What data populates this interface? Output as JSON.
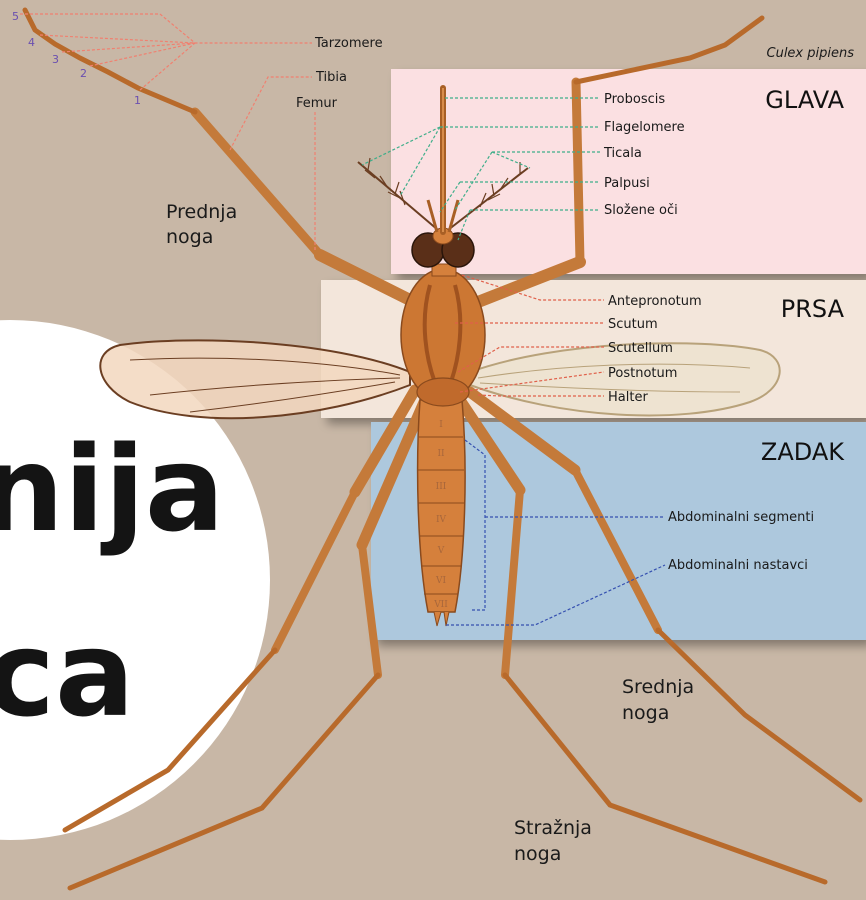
{
  "species": "Culex pipiens",
  "sections": {
    "head": "GLAVA",
    "thorax": "PRSA",
    "abdomen": "ZADAK"
  },
  "leg_parts": {
    "tarsomeres": "Tarzomere",
    "tibia": "Tibia",
    "femur": "Femur",
    "numbers": [
      "5",
      "4",
      "3",
      "2",
      "1"
    ]
  },
  "head_labels": [
    "Proboscis",
    "Flagelomere",
    "Ticala",
    "Palpusi",
    "Složene oči"
  ],
  "thorax_labels": [
    "Antepronotum",
    "Scutum",
    "Scutellum",
    "Postnotum",
    "Halter"
  ],
  "abdomen_labels": {
    "segments": "Abdominalni segmenti",
    "appendages": "Abdominalni nastavci",
    "segment_numerals": [
      "I",
      "II",
      "III",
      "IV",
      "V",
      "VI",
      "VII"
    ]
  },
  "legs": {
    "front": [
      "Prednja",
      "noga"
    ],
    "middle": [
      "Srednja",
      "noga"
    ],
    "hind": [
      "Stražnja",
      "noga"
    ]
  },
  "background_title": {
    "line1": "nija",
    "line2": "ca"
  },
  "colors": {
    "background": "#c8b7a6",
    "head_panel": "#fbe0e2",
    "thorax_panel": "#f3e6db",
    "abdomen_panel": "#adc8dd",
    "body": "#cc7733",
    "head_lines": "#3fae8a",
    "thorax_lines": "#e0604a",
    "abdomen_lines": "#3550b0",
    "leg_lines": "#f08070"
  }
}
